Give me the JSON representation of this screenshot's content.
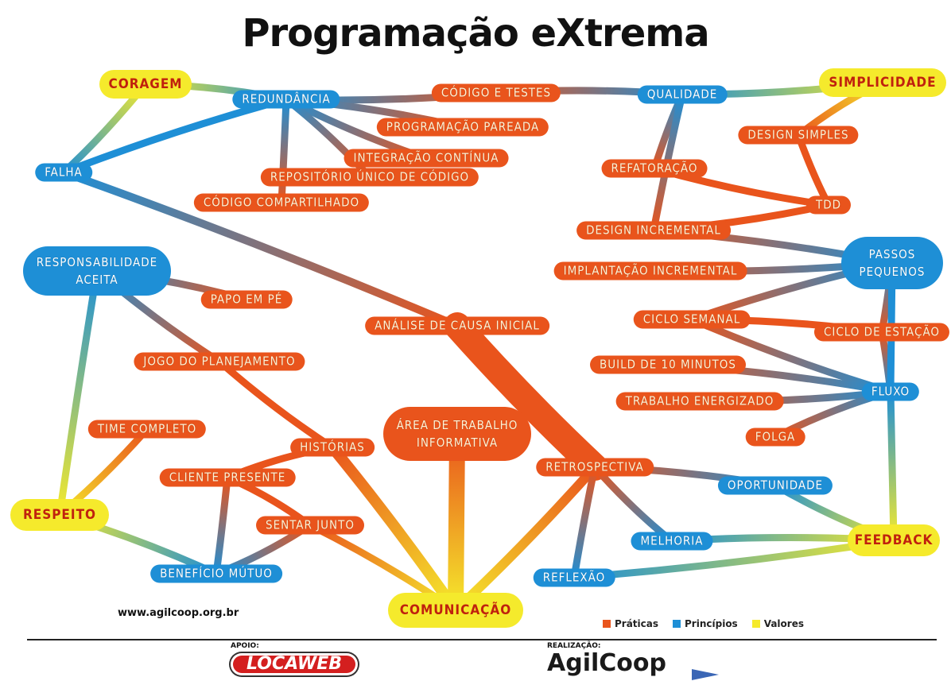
{
  "title": "Programação eXtrema",
  "colors": {
    "pratica": "#e9541c",
    "principio": "#1e8fd6",
    "valor": "#f5ea2c"
  },
  "nodes": [
    {
      "id": "coragem",
      "label": "Coragem",
      "type": "valor"
    },
    {
      "id": "redundancia",
      "label": "Redundância",
      "type": "principio"
    },
    {
      "id": "codigo_testes",
      "label": "Código e Testes",
      "type": "pratica"
    },
    {
      "id": "qualidade",
      "label": "Qualidade",
      "type": "principio"
    },
    {
      "id": "simplicidade",
      "label": "Simplicidade",
      "type": "valor"
    },
    {
      "id": "prog_pareada",
      "label": "Programação pareada",
      "type": "pratica"
    },
    {
      "id": "design_simples",
      "label": "Design simples",
      "type": "pratica"
    },
    {
      "id": "falha",
      "label": "Falha",
      "type": "principio"
    },
    {
      "id": "integracao",
      "label": "Integração contínua",
      "type": "pratica"
    },
    {
      "id": "refatoracao",
      "label": "Refatoração",
      "type": "pratica"
    },
    {
      "id": "repositorio",
      "label": "Repositório único de código",
      "type": "pratica"
    },
    {
      "id": "codigo_compart",
      "label": "Código compartilhado",
      "type": "pratica"
    },
    {
      "id": "tdd",
      "label": "TDD",
      "type": "pratica"
    },
    {
      "id": "design_incr",
      "label": "Design incremental",
      "type": "pratica"
    },
    {
      "id": "passos",
      "label": "Passos pequenos",
      "type": "principio"
    },
    {
      "id": "responsabilidade",
      "label": "Responsabilidade aceita",
      "type": "principio"
    },
    {
      "id": "implantacao",
      "label": "Implantação incremental",
      "type": "pratica"
    },
    {
      "id": "papo",
      "label": "Papo em pé",
      "type": "pratica"
    },
    {
      "id": "analise",
      "label": "Análise de causa inicial",
      "type": "pratica"
    },
    {
      "id": "ciclo_semanal",
      "label": "Ciclo semanal",
      "type": "pratica"
    },
    {
      "id": "ciclo_estacao",
      "label": "Ciclo de estação",
      "type": "pratica"
    },
    {
      "id": "jogo",
      "label": "Jogo do planejamento",
      "type": "pratica"
    },
    {
      "id": "build",
      "label": "Build de 10 minutos",
      "type": "pratica"
    },
    {
      "id": "fluxo",
      "label": "Fluxo",
      "type": "principio"
    },
    {
      "id": "trabalho",
      "label": "Trabalho energizado",
      "type": "pratica"
    },
    {
      "id": "area",
      "label": "Área de trabalho informativa",
      "type": "pratica"
    },
    {
      "id": "time",
      "label": "Time completo",
      "type": "pratica"
    },
    {
      "id": "folga",
      "label": "Folga",
      "type": "pratica"
    },
    {
      "id": "historias",
      "label": "Histórias",
      "type": "pratica"
    },
    {
      "id": "cliente",
      "label": "Cliente presente",
      "type": "pratica"
    },
    {
      "id": "retro",
      "label": "Retrospectiva",
      "type": "pratica"
    },
    {
      "id": "oportunidade",
      "label": "Oportunidade",
      "type": "principio"
    },
    {
      "id": "respeito",
      "label": "Respeito",
      "type": "valor"
    },
    {
      "id": "sentar",
      "label": "Sentar junto",
      "type": "pratica"
    },
    {
      "id": "melhoria",
      "label": "Melhoria",
      "type": "principio"
    },
    {
      "id": "feedback",
      "label": "Feedback",
      "type": "valor"
    },
    {
      "id": "beneficio",
      "label": "Benefício mútuo",
      "type": "principio"
    },
    {
      "id": "reflexao",
      "label": "Reflexão",
      "type": "principio"
    },
    {
      "id": "comunicacao",
      "label": "Comunicação",
      "type": "valor"
    }
  ],
  "edges": [
    [
      "coragem",
      "redundancia"
    ],
    [
      "coragem",
      "falha"
    ],
    [
      "redundancia",
      "falha"
    ],
    [
      "redundancia",
      "codigo_testes"
    ],
    [
      "codigo_testes",
      "qualidade"
    ],
    [
      "qualidade",
      "simplicidade"
    ],
    [
      "redundancia",
      "prog_pareada"
    ],
    [
      "redundancia",
      "integracao"
    ],
    [
      "redundancia",
      "repositorio"
    ],
    [
      "redundancia",
      "codigo_compart"
    ],
    [
      "simplicidade",
      "design_simples"
    ],
    [
      "design_simples",
      "tdd"
    ],
    [
      "qualidade",
      "refatoracao"
    ],
    [
      "refatoracao",
      "tdd"
    ],
    [
      "qualidade",
      "design_incr"
    ],
    [
      "tdd",
      "design_incr"
    ],
    [
      "design_incr",
      "passos"
    ],
    [
      "implantacao",
      "passos"
    ],
    [
      "falha",
      "analise"
    ],
    [
      "analise",
      "retro"
    ],
    [
      "passos",
      "ciclo_semanal"
    ],
    [
      "passos",
      "ciclo_estacao"
    ],
    [
      "ciclo_semanal",
      "ciclo_estacao"
    ],
    [
      "ciclo_semanal",
      "fluxo"
    ],
    [
      "ciclo_estacao",
      "fluxo"
    ],
    [
      "passos",
      "fluxo"
    ],
    [
      "build",
      "fluxo"
    ],
    [
      "trabalho",
      "fluxo"
    ],
    [
      "folga",
      "fluxo"
    ],
    [
      "fluxo",
      "feedback"
    ],
    [
      "responsabilidade",
      "papo"
    ],
    [
      "responsabilidade",
      "jogo"
    ],
    [
      "responsabilidade",
      "respeito"
    ],
    [
      "jogo",
      "historias"
    ],
    [
      "historias",
      "comunicacao"
    ],
    [
      "time",
      "respeito"
    ],
    [
      "historias",
      "cliente"
    ],
    [
      "cliente",
      "beneficio"
    ],
    [
      "cliente",
      "sentar"
    ],
    [
      "sentar",
      "beneficio"
    ],
    [
      "sentar",
      "comunicacao"
    ],
    [
      "area",
      "comunicacao"
    ],
    [
      "respeito",
      "beneficio"
    ],
    [
      "retro",
      "comunicacao"
    ],
    [
      "retro",
      "oportunidade"
    ],
    [
      "retro",
      "melhoria"
    ],
    [
      "retro",
      "reflexao"
    ],
    [
      "oportunidade",
      "feedback"
    ],
    [
      "melhoria",
      "feedback"
    ],
    [
      "reflexao",
      "feedback"
    ]
  ],
  "footer": {
    "website": "www.agilcoop.org.br",
    "legend": [
      {
        "label": "Práticas",
        "type": "pratica"
      },
      {
        "label": "Princípios",
        "type": "principio"
      },
      {
        "label": "Valores",
        "type": "valor"
      }
    ],
    "apoio": "APOIO:",
    "sponsor": "LOCAWEB",
    "realizacao": "REALIZAÇÃO:",
    "organizer": "AgilCoop"
  }
}
